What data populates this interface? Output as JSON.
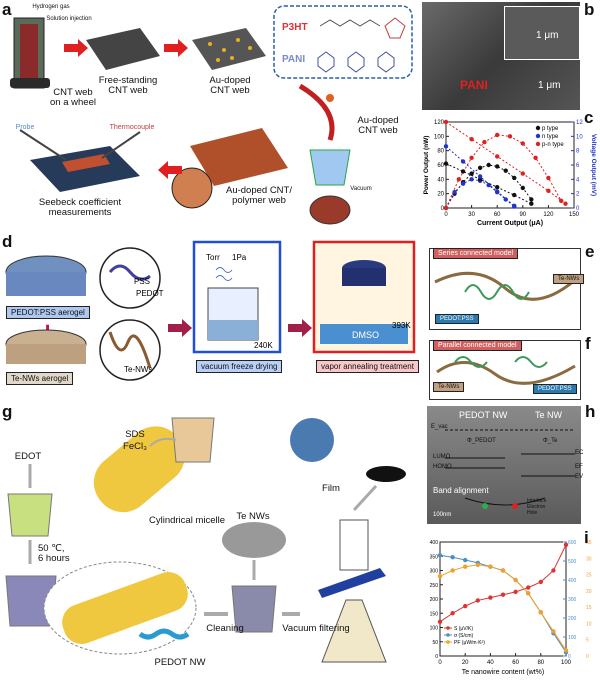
{
  "panels": {
    "a": {
      "label": "a",
      "steps": [
        "CNT web\non a wheel",
        "Free-standing\nCNT web",
        "Au-doped\nCNT web",
        "Au-doped\nCNT web",
        "Au-doped CNT/\npolymer web",
        "Seebeck coefficient\nmeasurements"
      ],
      "small_labels": {
        "gas": "Hydrogen gas",
        "inj": "Solution injection",
        "probe": "Probe",
        "thermo": "Thermocouple",
        "vacuum": "Vacuum"
      },
      "polymers": [
        "P3HT",
        "PANI"
      ]
    },
    "b": {
      "label": "b",
      "scale1": "1 μm",
      "scale2": "1 μm",
      "arrow_label": "PANI"
    },
    "c": {
      "label": "c"
    },
    "d": {
      "label": "d",
      "pedot_label": "PEDOT:PSS aerogel",
      "te_label": "Te-NWs aerogel",
      "pss": "PSS",
      "pedot": "PEDOT",
      "tenw": "Te-NWs",
      "torr": "Torr",
      "pa": "1Pa",
      "t1": "240K",
      "dmso": "DMSO",
      "t2": "393K",
      "step1": "vacuum freeze drying",
      "step2": "vapor annealing treatment"
    },
    "e": {
      "label": "e",
      "title": "Series connected model",
      "pedot": "PEDOT:PSS",
      "tenws": "Te-NWs"
    },
    "f": {
      "label": "f",
      "title": "Parallel connected model",
      "tenws": "Te-NWs",
      "pedot": "PEDOT:PSS"
    },
    "g": {
      "label": "g",
      "edot": "EDOT",
      "sds": "SDS",
      "fecl": "FeCl₃",
      "micelle": "Cylindrical micelle",
      "cond": "50 ℃,\n6 hours",
      "tenws": "Te NWs",
      "film": "Film",
      "cleaning": "Cleaning",
      "vac": "Vacuum filtering",
      "nw": "PEDOT NW"
    },
    "h": {
      "label": "h",
      "left": "PEDOT NW",
      "right": "Te NW",
      "evac": "E_vac",
      "phi1": "Φ_PEDOT",
      "phi2": "Φ_Te",
      "lumo": "LUMO",
      "homo": "HOMO",
      "ef": "EF",
      "ec": "EC",
      "ev": "EV",
      "band": "Band alignment",
      "scale": "100nm",
      "legend": [
        "Interface",
        "Electron",
        "Hole"
      ]
    },
    "i": {
      "label": "i"
    }
  },
  "chart_data": [
    {
      "type": "line",
      "xlabel": "Current Output (μA)",
      "ylabel": "Power Output (nW)",
      "y2label": "Voltage Output (mV)",
      "xlim": [
        0,
        150
      ],
      "ylim": [
        0,
        120
      ],
      "y2lim": [
        0,
        12
      ],
      "xticks": [
        0,
        30,
        60,
        90,
        120,
        150
      ],
      "yticks": [
        0,
        20,
        40,
        60,
        80,
        100,
        120
      ],
      "y2ticks": [
        0,
        2,
        4,
        6,
        8,
        10,
        12
      ],
      "legend": "top-right",
      "series": [
        {
          "name": "p type",
          "color": "#111111",
          "axis": "power",
          "x": [
            0,
            10,
            20,
            30,
            40,
            50,
            60,
            70,
            80,
            90,
            100
          ],
          "y": [
            0,
            20,
            36,
            48,
            56,
            60,
            58,
            52,
            42,
            28,
            12
          ]
        },
        {
          "name": "n type",
          "color": "#2233cc",
          "axis": "power",
          "x": [
            0,
            10,
            20,
            30,
            40,
            50,
            60,
            70,
            80
          ],
          "y": [
            0,
            22,
            34,
            40,
            38,
            32,
            22,
            12,
            2
          ]
        },
        {
          "name": "p-n type",
          "color": "#dd2222",
          "axis": "power",
          "x": [
            0,
            15,
            30,
            45,
            60,
            75,
            90,
            105,
            120,
            135
          ],
          "y": [
            0,
            40,
            70,
            92,
            102,
            100,
            90,
            70,
            42,
            10
          ]
        },
        {
          "name": "p type V",
          "color": "#111111",
          "axis": "voltage",
          "x": [
            0,
            20,
            40,
            60,
            80,
            100
          ],
          "y": [
            6.2,
            5.1,
            4.0,
            2.9,
            1.8,
            0.6
          ]
        },
        {
          "name": "n type V",
          "color": "#2233cc",
          "axis": "voltage",
          "x": [
            0,
            20,
            40,
            60,
            80
          ],
          "y": [
            8.6,
            6.5,
            4.4,
            2.3,
            0.3
          ]
        },
        {
          "name": "p-n type V",
          "color": "#dd2222",
          "axis": "voltage",
          "x": [
            0,
            30,
            60,
            90,
            120,
            140
          ],
          "y": [
            12.0,
            9.6,
            7.2,
            4.8,
            2.4,
            0.6
          ]
        }
      ]
    },
    {
      "type": "line",
      "xlabel": "Te nanowire content (wt%)",
      "xlim": [
        0,
        100
      ],
      "ylim": [
        0,
        400
      ],
      "y2lim": [
        0,
        600
      ],
      "xticks": [
        0,
        20,
        40,
        60,
        80,
        100
      ],
      "yticks": [
        0,
        50,
        100,
        150,
        200,
        250,
        300,
        350,
        400
      ],
      "y2ticks": [
        0,
        100,
        200,
        300,
        400,
        500,
        600
      ],
      "y3ticks": [
        0,
        5,
        10,
        15,
        20,
        25,
        30,
        35
      ],
      "legend": "bottom-left",
      "series": [
        {
          "name": "S (μV/K)",
          "color": "#dd3333",
          "axis": "left",
          "x": [
            0,
            10,
            20,
            30,
            40,
            50,
            60,
            70,
            80,
            90,
            100
          ],
          "y": [
            120,
            150,
            175,
            195,
            205,
            215,
            225,
            240,
            260,
            300,
            390
          ]
        },
        {
          "name": "σ (S/cm)",
          "color": "#4a90c8",
          "axis": "right",
          "x": [
            0,
            10,
            20,
            30,
            40,
            50,
            60,
            70,
            80,
            90,
            100
          ],
          "y": [
            530,
            520,
            505,
            490,
            470,
            450,
            400,
            330,
            230,
            120,
            20
          ]
        },
        {
          "name": "PF (μW/m·K²)",
          "color": "#f0a030",
          "axis": "right",
          "x": [
            0,
            10,
            20,
            30,
            40,
            50,
            60,
            70,
            80,
            90,
            100
          ],
          "y": [
            420,
            450,
            470,
            480,
            470,
            450,
            400,
            330,
            230,
            130,
            30
          ]
        }
      ]
    }
  ]
}
